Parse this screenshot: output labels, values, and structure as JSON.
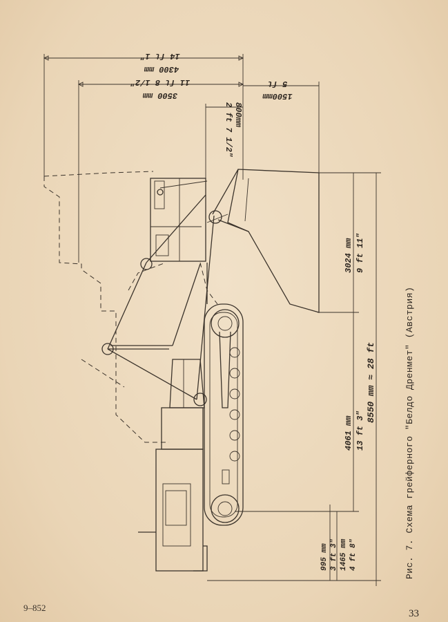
{
  "caption": "Рис. 7. Схема грейферного \"Белдо Дренмет\" (Австрия)",
  "footer_left": "9–852",
  "page_number": "33",
  "dimensions": {
    "top_overall_mm": "4300 mm",
    "top_overall_ft": "14 ft 1\"",
    "top_mid_mm": "3500 mm",
    "top_mid_ft": "11 ft 8 1/2\"",
    "top_small_mm": "800mm",
    "top_small_ft": "2 ft 7 1/2\"",
    "top_right_mm": "1500mm",
    "top_right_ft": "5 ft",
    "right_upper_mm": "3024 mm",
    "right_upper_ft": "9 ft 11\"",
    "right_overall": "8550 mm ≈ 28 ft",
    "right_middle_mm": "4061 mm",
    "right_middle_ft": "13 ft 3\"",
    "bottom_a_mm": "995 mm",
    "bottom_a_ft": "3 ft 3\"",
    "bottom_b_mm": "1465 mm",
    "bottom_b_ft": "4 ft 8\""
  }
}
